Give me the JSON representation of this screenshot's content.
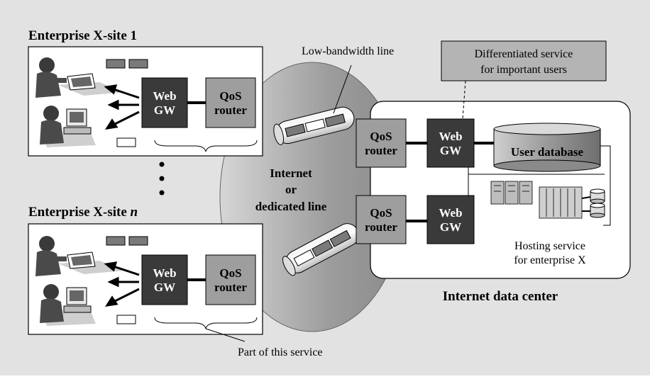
{
  "colors": {
    "background": "#e2e2e2",
    "panel": "#ffffff",
    "gateway": "#3a3a3a",
    "router": "#9e9e9e",
    "cloud": "#a8a8a8",
    "callout": "#b4b4b4"
  },
  "site_top": {
    "title_main": "Enterprise X-site ",
    "title_suffix": "1",
    "web_gw": [
      "Web",
      "GW"
    ],
    "qos_router": [
      "QoS",
      "router"
    ]
  },
  "site_bottom": {
    "title_main": "Enterprise X-site ",
    "title_suffix": "n",
    "web_gw": [
      "Web",
      "GW"
    ],
    "qos_router": [
      "QoS",
      "router"
    ]
  },
  "cloud": {
    "lines": [
      "Internet",
      "or",
      "dedicated line"
    ]
  },
  "labels": {
    "low_bandwidth": "Low-bandwidth line",
    "part_of_service": "Part of this service",
    "callout": [
      "Differentiated service",
      "for important users"
    ]
  },
  "data_center": {
    "title": "Internet data center",
    "qos_router_top": [
      "QoS",
      "router"
    ],
    "web_gw_top": [
      "Web",
      "GW"
    ],
    "qos_router_bottom": [
      "QoS",
      "router"
    ],
    "web_gw_bottom": [
      "Web",
      "GW"
    ],
    "user_database": "User database",
    "hosting": [
      "Hosting service",
      "for enterprise X"
    ]
  },
  "icons": [
    "person-at-laptop-icon",
    "person-at-desktop-icon",
    "server-rack-icon",
    "disk-drive-icon",
    "pipe-icon"
  ]
}
